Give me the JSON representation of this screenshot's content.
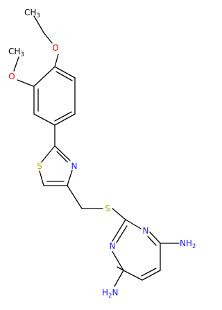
{
  "molecule": {
    "colors": {
      "bond": "#000000",
      "carbon": "#000000",
      "oxygen": "#e60000",
      "nitrogen": "#1a1aff",
      "sulfur": "#b3b300"
    },
    "atoms": {
      "ethyl_ch3": {
        "main": "CH",
        "sub": "3"
      },
      "methoxy_ch3": {
        "main": "CH",
        "sub": "3"
      },
      "ethoxy_o": {
        "main": "O"
      },
      "methoxy_o": {
        "main": "O"
      },
      "thiazole_s": {
        "main": "S"
      },
      "thiazole_n": {
        "main": "N"
      },
      "thioether_s": {
        "main": "S"
      },
      "pyrimidine_n1": {
        "main": "N"
      },
      "pyrimidine_n3": {
        "main": "N"
      },
      "amine_right": {
        "main": "NH",
        "sub": "2"
      },
      "amine_bottom": {
        "main": "H",
        "sub": "2",
        "tail": "N"
      }
    }
  }
}
